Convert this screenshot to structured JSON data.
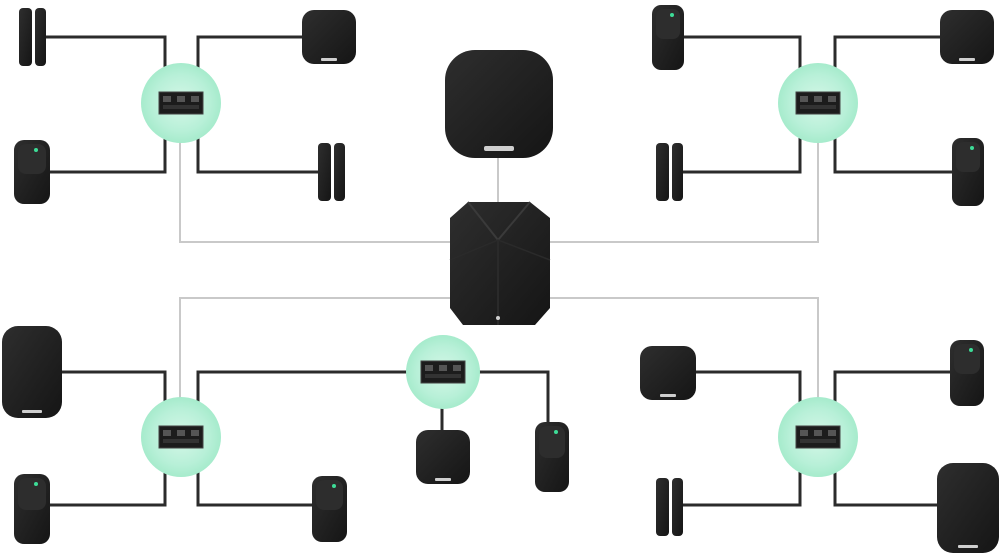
{
  "palette": {
    "device": "#1c1c1c",
    "device_edge": "#2e2e2e",
    "device_highlight": "#3a3a3a",
    "led": "#3ddc97",
    "glow": "#b8f0d8",
    "wire_dark": "#2b2b2b",
    "wire_light": "#c9c9c9",
    "background": "#ffffff"
  },
  "devices": {
    "hub": {
      "icon": "hub-icon"
    },
    "siren": {
      "icon": "siren-icon"
    },
    "modules": [
      {
        "name": "bus-module-top-left",
        "icon": "bus-module-icon"
      },
      {
        "name": "bus-module-top-right",
        "icon": "bus-module-icon"
      },
      {
        "name": "bus-module-bottom-left",
        "icon": "bus-module-icon"
      },
      {
        "name": "bus-module-bottom-center",
        "icon": "bus-module-icon"
      },
      {
        "name": "bus-module-bottom-right",
        "icon": "bus-module-icon"
      }
    ],
    "sensors": [
      {
        "name": "door-contact-top-left",
        "icon": "door-contact-icon"
      },
      {
        "name": "keypad-top-left",
        "icon": "keypad-icon"
      },
      {
        "name": "motion-sensor-top-left",
        "icon": "motion-sensor-icon"
      },
      {
        "name": "door-contact-top-left-2",
        "icon": "door-contact-icon"
      },
      {
        "name": "motion-sensor-top-right",
        "icon": "motion-sensor-icon"
      },
      {
        "name": "keypad-top-right",
        "icon": "keypad-icon"
      },
      {
        "name": "door-contact-top-right",
        "icon": "door-contact-icon"
      },
      {
        "name": "motion-sensor-top-right-2",
        "icon": "motion-sensor-icon"
      },
      {
        "name": "touch-keypad-bottom-left",
        "icon": "touch-keypad-icon"
      },
      {
        "name": "motion-sensor-bottom-left",
        "icon": "motion-sensor-icon"
      },
      {
        "name": "motion-sensor-bottom-left-2",
        "icon": "motion-sensor-icon"
      },
      {
        "name": "keypad-bottom-center",
        "icon": "keypad-icon"
      },
      {
        "name": "motion-sensor-bottom-center",
        "icon": "motion-sensor-icon"
      },
      {
        "name": "keypad-bottom-right",
        "icon": "keypad-icon"
      },
      {
        "name": "motion-sensor-bottom-right",
        "icon": "motion-sensor-icon"
      },
      {
        "name": "door-contact-bottom-right",
        "icon": "door-contact-icon"
      },
      {
        "name": "touch-keypad-bottom-right",
        "icon": "touch-keypad-icon"
      }
    ]
  }
}
